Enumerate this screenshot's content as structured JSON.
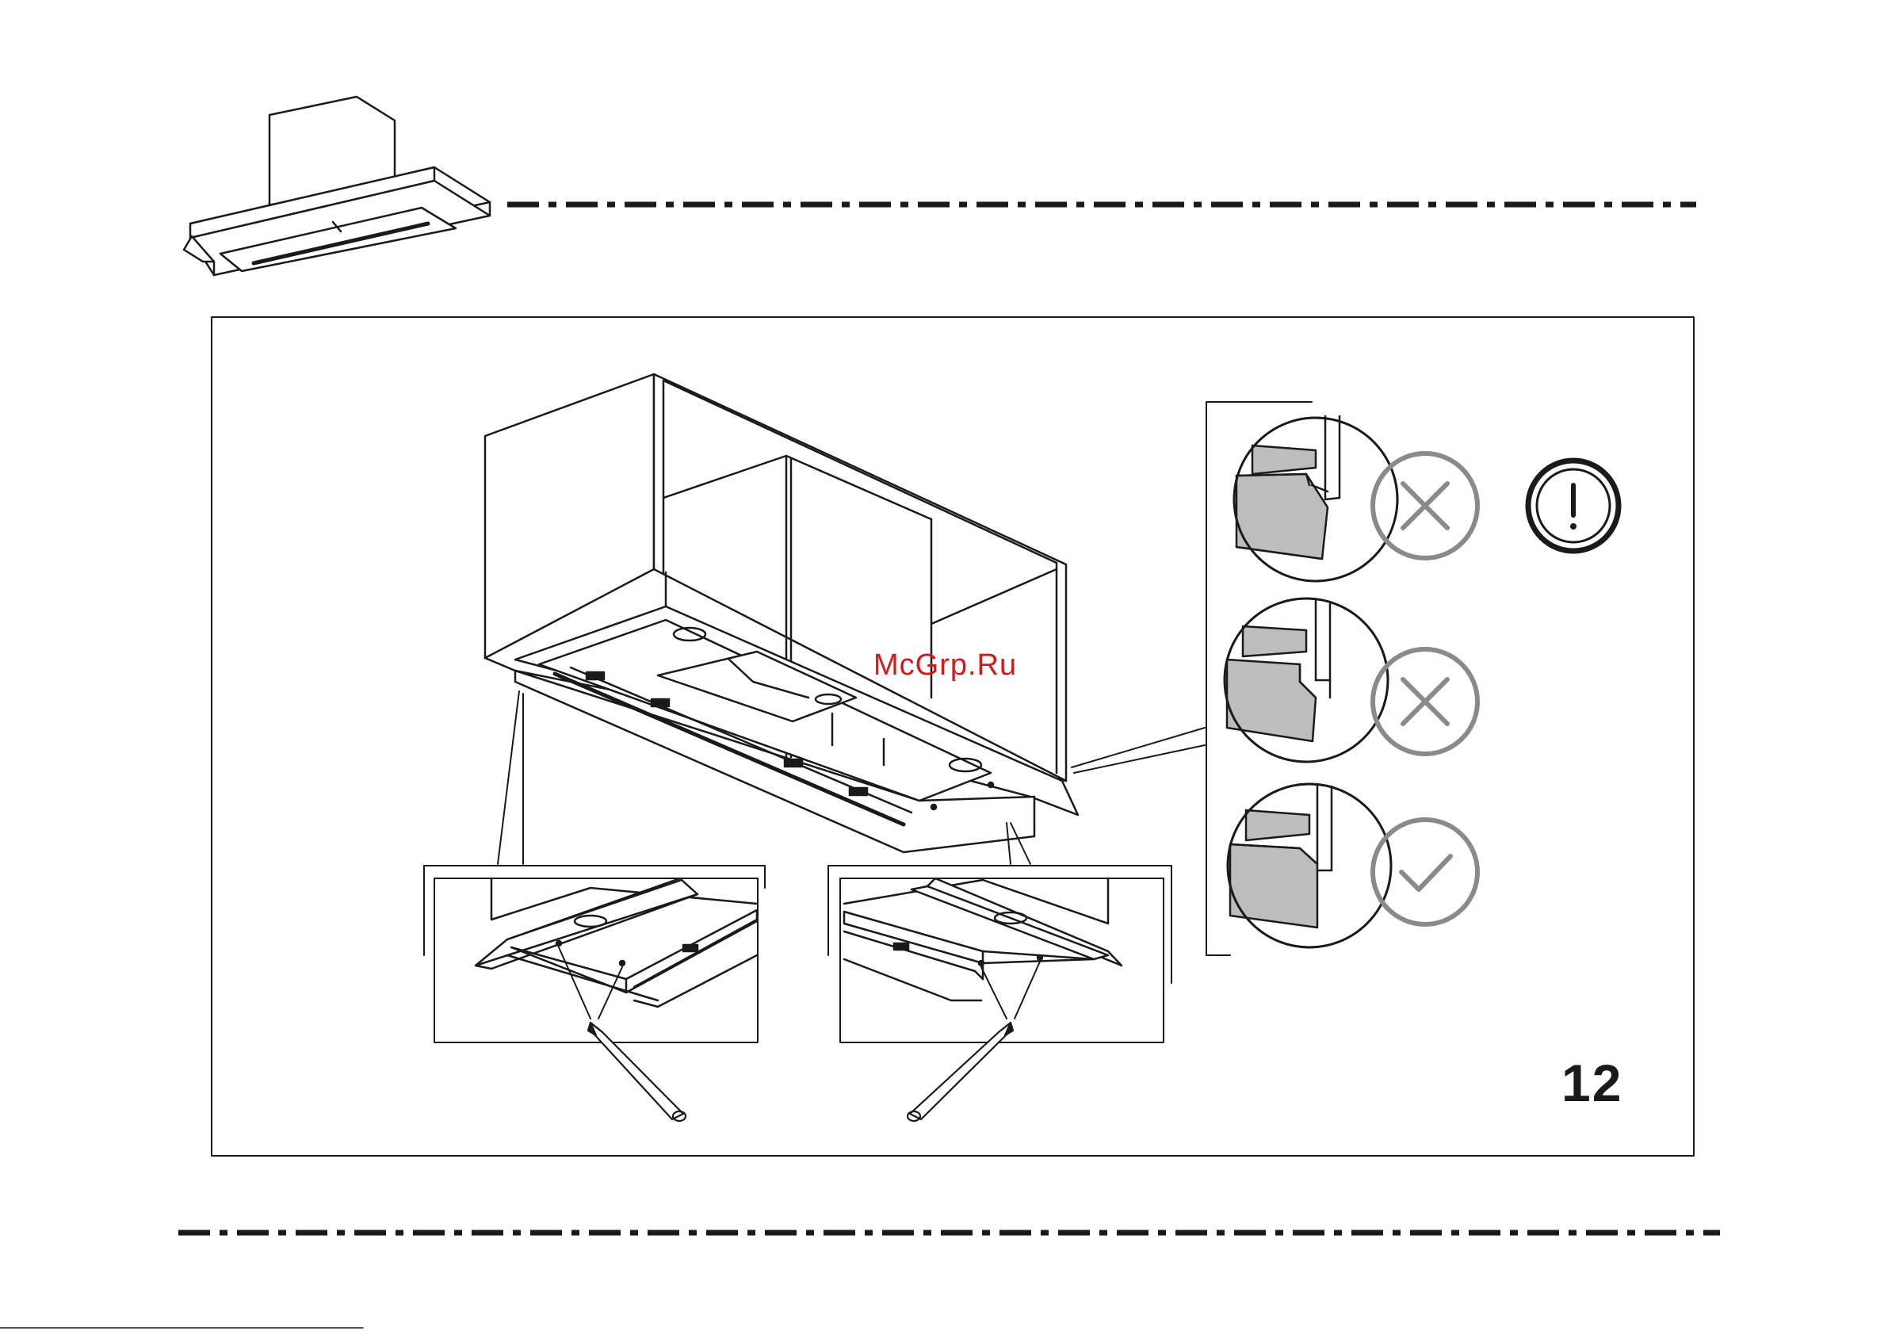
{
  "document": {
    "step_number": "12",
    "watermark": "McGrp.Ru",
    "icons": {
      "product_thumbnail": "built-in-cooker-hood-icon",
      "main_illustration": "hood-installed-in-cabinet",
      "detail_left": "front-panel-left-fixing-detail",
      "detail_right": "front-panel-right-fixing-detail",
      "warning": "exclamation-icon",
      "wrong_1": "cross-icon",
      "wrong_2": "cross-icon",
      "correct": "check-icon",
      "tool": "pencil-icon"
    },
    "colors": {
      "line": "#1a1a1a",
      "hatch_grey": "#bdbdbd",
      "symbol_grey": "#8a8a8a",
      "watermark": "#d21a1a"
    }
  }
}
